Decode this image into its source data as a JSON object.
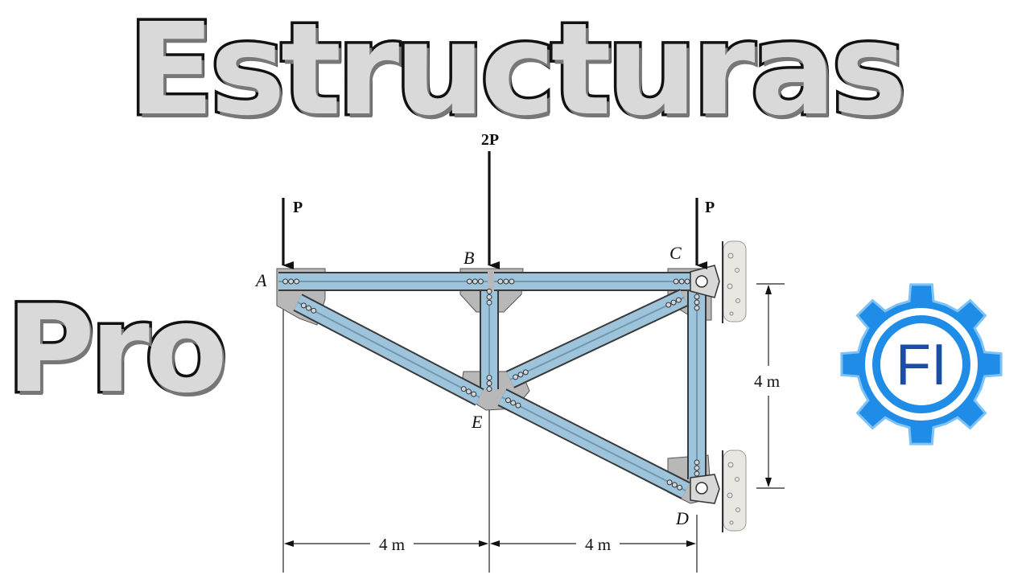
{
  "title": "Estructuras",
  "subtitle": "Pro",
  "logo": {
    "text": "FI",
    "color": "#1f8ce8",
    "text_color": "#1a4ea6"
  },
  "diagram": {
    "member_color": "#9ec4dc",
    "loads": {
      "a": "P",
      "b": "2P",
      "c": "P"
    },
    "joints": {
      "a": "A",
      "b": "B",
      "c": "C",
      "d": "D",
      "e": "E"
    },
    "dimensions": {
      "left_span": "4 m",
      "right_span": "4 m",
      "height": "4 m"
    }
  }
}
